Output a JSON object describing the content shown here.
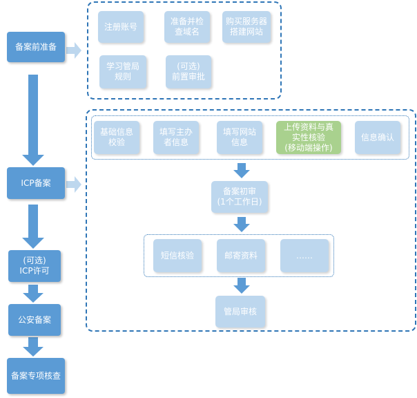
{
  "stages": {
    "prep": "备案前准备",
    "icp": "ICP备案",
    "license": "(可选)\nICP许可",
    "police": "公安备案",
    "check": "备案专项核查"
  },
  "prep_steps": {
    "register": "注册账号",
    "domain": "准备并检\n查域名",
    "server": "购买服务器\n搭建网站",
    "rules": "学习管局\n规则",
    "approval": "(可选)\n前置审批"
  },
  "icp_steps": {
    "basic": "基础信息\n校验",
    "host": "填写主办\n者信息",
    "site": "填写网站\n信息",
    "upload": "上传资料与真\n实性核验\n(移动端操作)",
    "confirm": "信息确认",
    "initial_review": "备案初审\n(1个工作日)",
    "sms": "短信核验",
    "mail": "邮寄资料",
    "more": "……",
    "bureau_review": "管局审核"
  },
  "colors": {
    "stage": "#5b9bd5",
    "step": "#bdd7ee",
    "highlight_step": "#a9d18e",
    "frame": "#2e75b6",
    "arrow": "#5b9bd5",
    "small_arrow": "#bdd7ee"
  }
}
